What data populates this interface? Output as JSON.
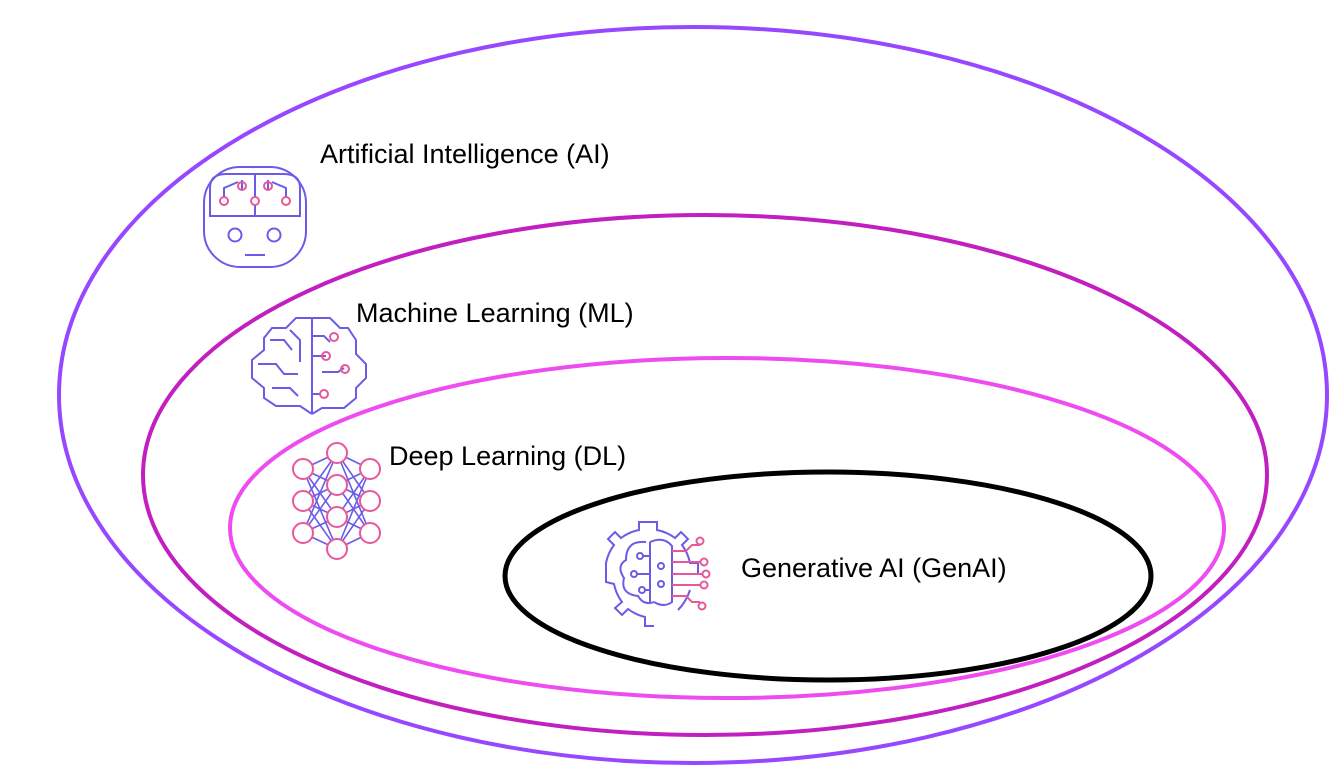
{
  "colors": {
    "ai_ring": "#9747ff",
    "ml_ring": "#c21fc1",
    "dl_ring": "#ee4bf0",
    "genai_ring": "#000000",
    "icon_line": "#6b5ce7",
    "icon_accent": "#e8579a",
    "background": "#ffffff"
  },
  "layers": {
    "ai": {
      "label": "Artificial Intelligence (AI)",
      "icon": "robot-head-circuit-icon"
    },
    "ml": {
      "label": "Machine Learning (ML)",
      "icon": "brain-circuit-icon"
    },
    "dl": {
      "label": "Deep Learning (DL)",
      "icon": "neural-network-icon"
    },
    "genai": {
      "label": "Generative AI (GenAI)",
      "icon": "gear-brain-circuit-icon"
    }
  }
}
